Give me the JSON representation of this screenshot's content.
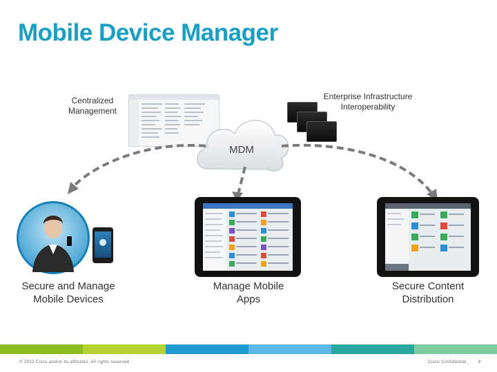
{
  "title": "Mobile Device Manager",
  "labels": {
    "centralized": [
      "Centralized",
      "Management"
    ],
    "enterprise": [
      "Enterprise Infrastructure",
      "Interoperability"
    ],
    "mdm": "MDM",
    "secure_manage": [
      "Secure and Manage",
      "Mobile Devices"
    ],
    "manage_apps": [
      "Manage Mobile",
      "Apps"
    ],
    "secure_content": [
      "Secure Content",
      "Distribution"
    ]
  },
  "footer": {
    "copyright": "© 2012 Cisco and/or its affiliates. All rights reserved.",
    "confidential": "Cisco Confidential",
    "page": "8"
  },
  "colors": {
    "title": "#1a9fc4",
    "arrow": "#7a7a7a",
    "footer_bar": [
      "#8cbb1f",
      "#b3d333",
      "#1d9bd1",
      "#5bb7e5",
      "#2aa7a0",
      "#7fc9a0"
    ]
  }
}
